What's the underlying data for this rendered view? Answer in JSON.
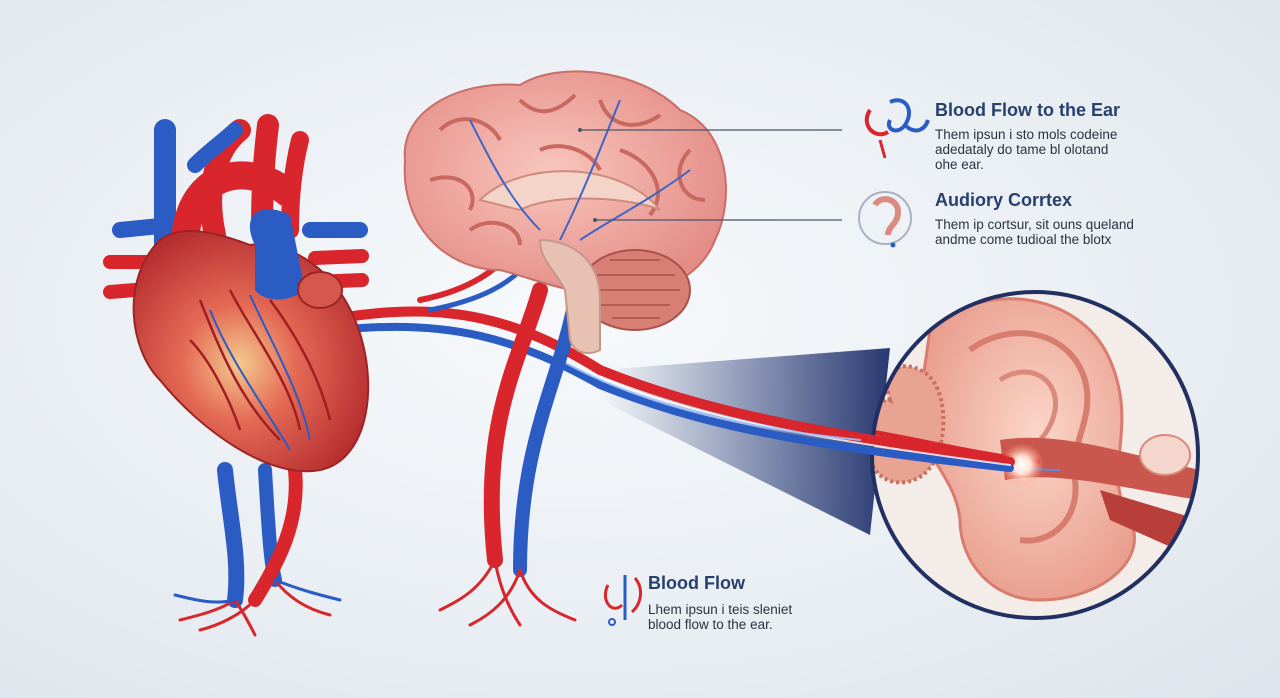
{
  "labels": {
    "ear_flow": {
      "title": "Blood Flow to the Ear",
      "lines": [
        "Them ipsun i sto mols codeine",
        "adedataly do tame bl olotand",
        "ohe ear."
      ],
      "icon": "vessel-icon"
    },
    "auditory": {
      "title": "Audiory Corrtex",
      "lines": [
        "Them ip  cortsur, sit ouns queland",
        "andme come tudioal the blotx"
      ],
      "icon": "ear-icon"
    },
    "blood_flow": {
      "title": "Blood Flow",
      "lines": [
        "Lhem ipsun i teis sleniet",
        "blood flow to the ear."
      ],
      "icon": "vessel-icon"
    }
  },
  "colors": {
    "artery": "#d9262c",
    "vein": "#2a5cc4",
    "heart": "#c9403e",
    "brain": "#f0a4a0",
    "ear": "#f2b7a7",
    "accent": "#1e2f6a"
  }
}
